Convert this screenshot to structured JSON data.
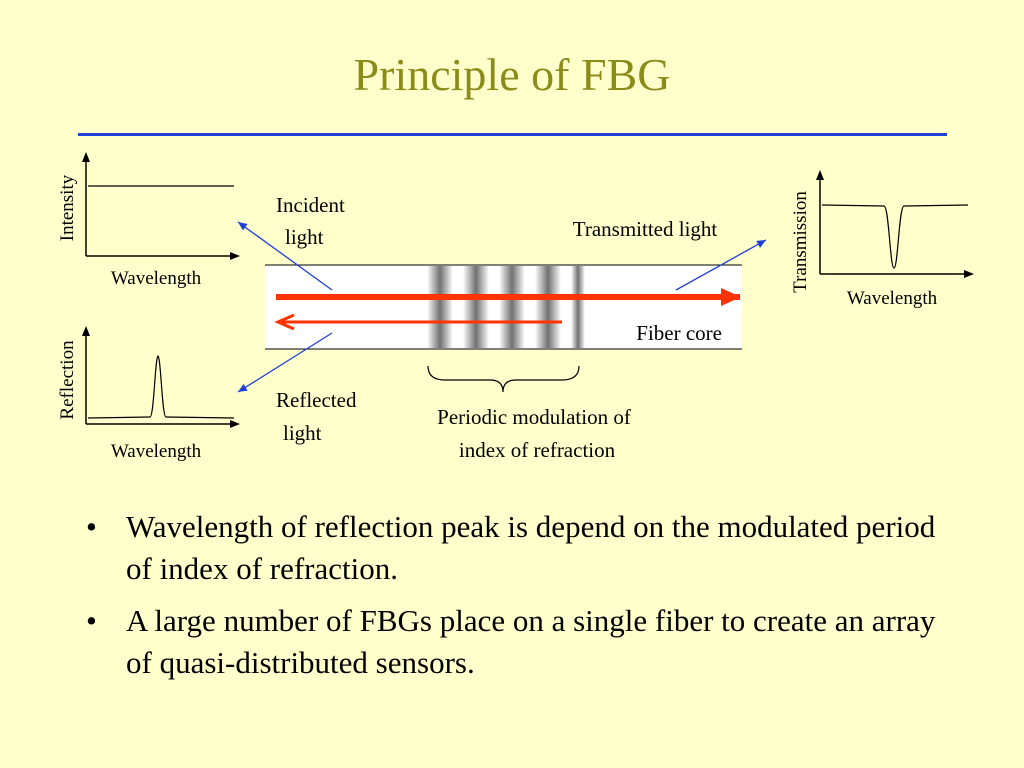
{
  "title": "Principle of FBG",
  "diagram": {
    "incident_chart": {
      "ylabel": "Intensity",
      "xlabel": "Wavelength"
    },
    "reflection_chart": {
      "ylabel": "Reflection",
      "xlabel": "Wavelength"
    },
    "transmission_chart": {
      "ylabel": "Transmission",
      "xlabel": "Wavelength"
    },
    "incident_label_line1": "Incident",
    "incident_label_line2": "light",
    "reflected_label_line1": "Reflected",
    "reflected_label_line2": "light",
    "transmitted_label": "Transmitted light",
    "fiber_core_label": "Fiber core",
    "grating_label_line1": "Periodic modulation of",
    "grating_label_line2": "index of refraction",
    "colors": {
      "forward_arrow": "#ff3300",
      "axis": "#000000",
      "pointer": "#1f3fd6",
      "title": "#8b8b1a",
      "rule": "#1f3fd6",
      "background": "#ffffcc"
    }
  },
  "bullets": [
    "Wavelength of reflection peak is depend on the modulated period of index of refraction.",
    "A large number of FBGs place on a single fiber to create an array of quasi-distributed sensors."
  ]
}
